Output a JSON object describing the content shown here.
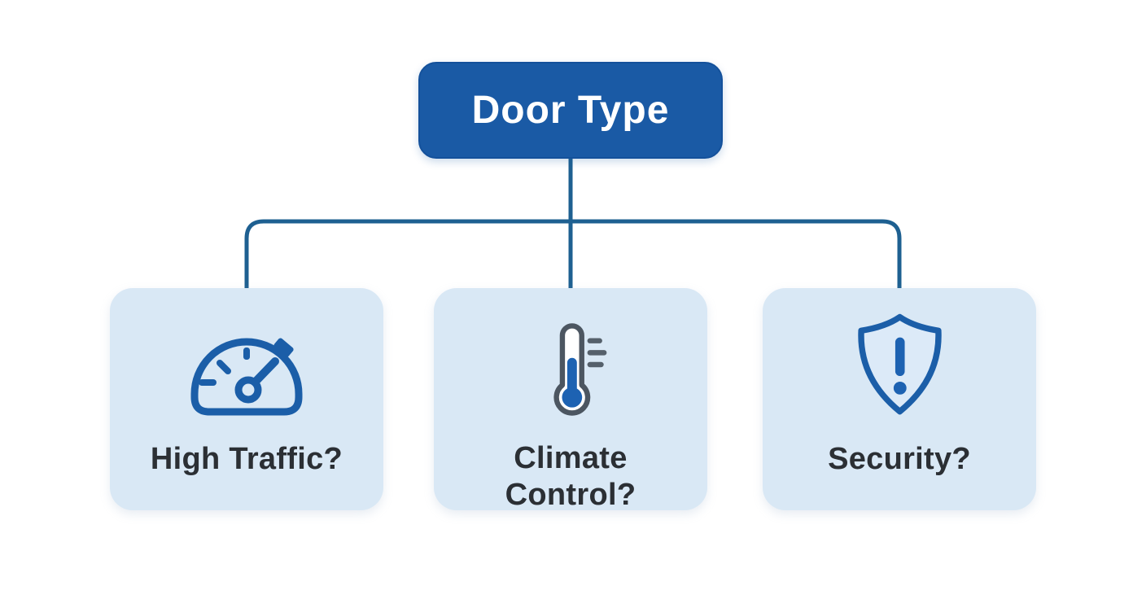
{
  "diagram": {
    "title": "Door Type decision diagram",
    "root": {
      "label": "Door Type"
    },
    "children": [
      {
        "label": "High Traffic?",
        "lines": [
          "High Traffic?",
          ""
        ],
        "icon": "speedometer-icon"
      },
      {
        "label": "Climate Control?",
        "lines": [
          "Climate",
          "Control?"
        ],
        "icon": "thermometer-icon"
      },
      {
        "label": "Security?",
        "lines": [
          "Security?",
          ""
        ],
        "icon": "shield-alert-icon"
      }
    ],
    "colors": {
      "background": "#FFFFFF",
      "root_fill": "#1A5AA5",
      "root_border": "#14519B",
      "root_text": "#FFFFFF",
      "connector": "#1E6091",
      "child_fill": "#D9E8F5",
      "label_text": "#2B2F34",
      "icon_blue": "#1B5EA8",
      "icon_slate": "#4C5661",
      "thermometer_mercury": "#1D62B2",
      "shield_fill": "#DCEAF8"
    }
  }
}
